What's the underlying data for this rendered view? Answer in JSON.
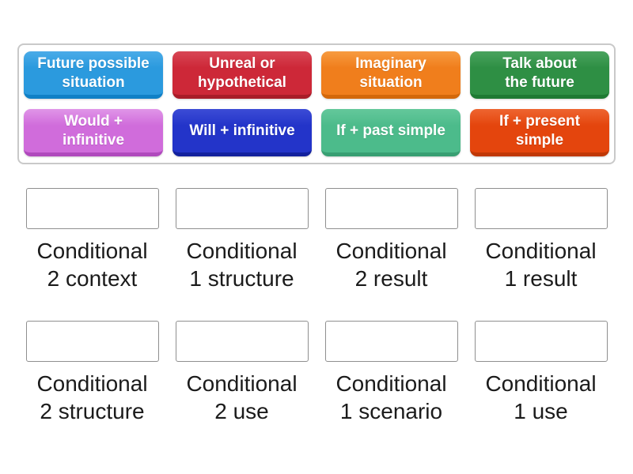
{
  "activity": {
    "type": "match-up-game",
    "bank": {
      "tiles": [
        {
          "label": "Future possible\nsituation",
          "color": "#2b9ade",
          "color_light": "#4aabe8",
          "color_dark": "#1080c6"
        },
        {
          "label": "Unreal or\nhypothetical",
          "color": "#cd2838",
          "color_light": "#d84655",
          "color_dark": "#a81c29"
        },
        {
          "label": "Imaginary\nsituation",
          "color": "#f07e1c",
          "color_light": "#f79b40",
          "color_dark": "#d3680a"
        },
        {
          "label": "Talk about\nthe future",
          "color": "#2e8f44",
          "color_light": "#4aa35e",
          "color_dark": "#1e7a33"
        },
        {
          "label": "Would +\ninfinitive",
          "color": "#d06cdb",
          "color_light": "#e095e8",
          "color_dark": "#b04abd"
        },
        {
          "label": "Will + infinitive",
          "color": "#2334c9",
          "color_light": "#3c4cd6",
          "color_dark": "#13219d"
        },
        {
          "label": "If + past simple",
          "color": "#4cbb8b",
          "color_light": "#64c89b",
          "color_dark": "#389f72"
        },
        {
          "label": "If + present\nsimple",
          "color": "#e4450d",
          "color_light": "#ee6530",
          "color_dark": "#c03806"
        }
      ]
    },
    "targets": [
      {
        "label": "Conditional\n2 context"
      },
      {
        "label": "Conditional\n1 structure"
      },
      {
        "label": "Conditional\n2 result"
      },
      {
        "label": "Conditional\n1 result"
      },
      {
        "label": "Conditional\n2 structure"
      },
      {
        "label": "Conditional\n2 use"
      },
      {
        "label": "Conditional\n1 scenario"
      },
      {
        "label": "Conditional\n1 use"
      }
    ]
  }
}
